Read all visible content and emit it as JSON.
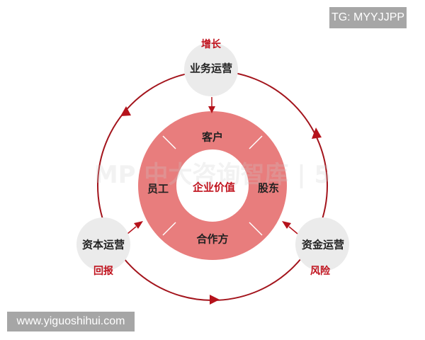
{
  "top_node": {
    "label": "业务运营",
    "tag": "增长"
  },
  "left_node": {
    "label": "资本运营",
    "tag": "回报"
  },
  "right_node": {
    "label": "资金运营",
    "tag": "风险"
  },
  "center": {
    "label": "企业价值"
  },
  "segments": {
    "top": "客户",
    "right": "股东",
    "bottom": "合作方",
    "left": "员工"
  },
  "colors": {
    "ring": "#e87d7d",
    "arrow": "#b5121b",
    "node": "#ebebeb",
    "accent": "#c0121d"
  },
  "watermarks": {
    "top_right": "TG: MYYJJPP",
    "bottom_left": "www.yiguoshihui.com",
    "logo": "中大咨询智库"
  }
}
